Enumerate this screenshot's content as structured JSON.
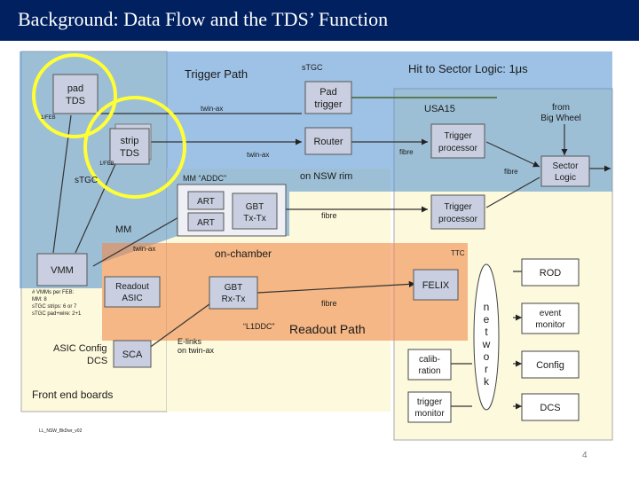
{
  "slide_title": "Background: Data Flow and the TDS’ Function",
  "page_number": "4",
  "overlays": {
    "trigger_path": "Trigger Path",
    "hit_to_sector": "Hit to Sector Logic: 1μs",
    "readout_path": "Readout Path"
  },
  "diagram": {
    "front_end_boards": "Front end boards",
    "pad_tds": [
      "pad",
      "TDS"
    ],
    "strip_tds": [
      "strip",
      "TDS"
    ],
    "label_1feb_a": "1/FEB",
    "label_1feb_b": "1/FEB",
    "stgc_left": "sTGC",
    "mm_left": "MM",
    "vmm": "VMM",
    "vmm_notes": [
      "# VMMs per FEB:",
      "MM: 8",
      "sTGC strips: 6 or 7",
      "sTGC pad+wire: 2+1"
    ],
    "asic_config": "ASIC Config",
    "dcs_left": "DCS",
    "sca": "SCA",
    "readout_asic": [
      "Readout",
      "ASIC"
    ],
    "twin_ax_top": "twin-ax",
    "twin_ax_mid": "twin-ax",
    "twin_ax_low": "twin-ax",
    "stgc_top": "sTGC",
    "pad_trigger": [
      "Pad",
      "trigger"
    ],
    "router": "Router",
    "on_nsw_rim": "on NSW rim",
    "mm_addc": "MM “ADDC”",
    "art1": "ART",
    "art2": "ART",
    "gbt_txtx": [
      "GBT",
      "Tx-Tx"
    ],
    "fibre_mid": "fibre",
    "on_chamber": "on-chamber",
    "gbt_rxtx": [
      "GBT",
      "Rx-Tx"
    ],
    "fibre_low": "fibre",
    "l1ddc": "“L1DDC”",
    "elinks": [
      "E-links",
      "on twin-ax"
    ],
    "usa15": "USA15",
    "from_big_wheel": [
      "from",
      "Big Wheel"
    ],
    "trigger_processor_1": [
      "Trigger",
      "processor"
    ],
    "fibre_a": "fibre",
    "fibre_b": "fibre",
    "sector_logic": [
      "Sector",
      "Logic"
    ],
    "trigger_processor_2": [
      "Trigger",
      "processor"
    ],
    "ttc": "TTC",
    "felix": "FELIX",
    "network": [
      "n",
      "e",
      "t",
      "w",
      "o",
      "r",
      "k"
    ],
    "rod": "ROD",
    "event_monitor": [
      "event",
      "monitor"
    ],
    "config": "Config",
    "dcs_right": "DCS",
    "calibration": [
      "calib-",
      "ration"
    ],
    "trigger_monitor": [
      "trigger",
      "monitor"
    ],
    "footnote": "LL_NSW_BkDwr_v02"
  },
  "colors": {
    "title_bar": "#002060",
    "trigger_overlay": "#4f8fd1",
    "readout_overlay": "#f08a4b",
    "yellow_circle": "#ffff33",
    "board_fill": "#fdf9dc",
    "box_fill": "#c9cfe0"
  }
}
